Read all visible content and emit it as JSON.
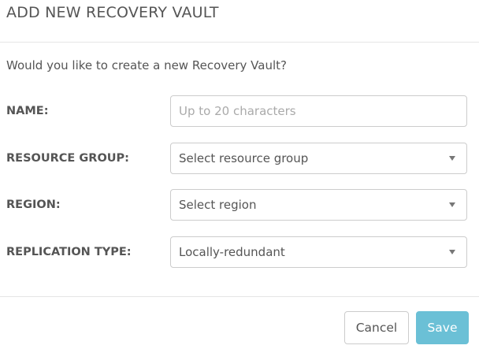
{
  "dialog": {
    "title": "ADD NEW RECOVERY VAULT",
    "prompt": "Would you like to create a new Recovery Vault?"
  },
  "form": {
    "name": {
      "label": "NAME:",
      "value": "",
      "placeholder": "Up to 20 characters"
    },
    "resource_group": {
      "label": "RESOURCE GROUP:",
      "selected": "Select resource group",
      "icon": "caret-down-icon"
    },
    "region": {
      "label": "REGION:",
      "selected": "Select region",
      "icon": "caret-down-icon"
    },
    "replication_type": {
      "label": "REPLICATION TYPE:",
      "selected": "Locally-redundant",
      "icon": "caret-down-icon"
    }
  },
  "footer": {
    "cancel_label": "Cancel",
    "save_label": "Save"
  },
  "colors": {
    "primary": "#6bc0d6",
    "text": "#555555",
    "border": "#cccccc",
    "divider": "#e5e5e5"
  }
}
